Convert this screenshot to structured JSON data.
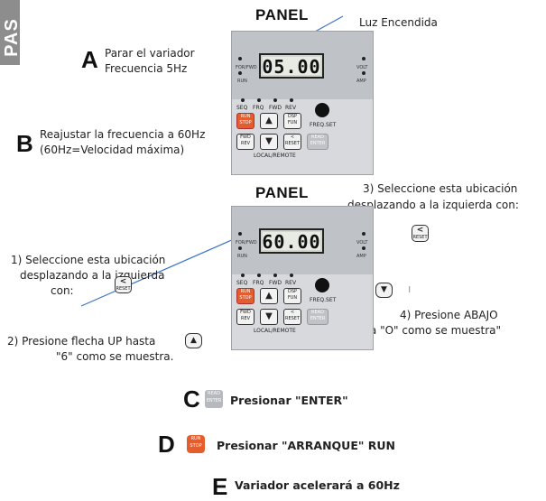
{
  "side_tab": "PAS",
  "panel_title": "PANEL",
  "top": {
    "light_label": "Luz Encendida",
    "step_a": {
      "letter": "A",
      "line1": "Parar el variador",
      "line2": "Frecuencia 5Hz"
    },
    "step_b": {
      "letter": "B",
      "line1": "Reajustar la frecuencia a 60Hz",
      "line2": "(60Hz=Velocidad máxima)"
    },
    "display": "05.00"
  },
  "bottom": {
    "display": "60.00",
    "step3": {
      "line1": "3) Seleccione esta ubicación",
      "line2": "desplazando a la izquierda con:"
    },
    "step1": {
      "line1": "1) Seleccione esta ubicación",
      "line2": "desplazando a la izquierda",
      "line3": "con:"
    },
    "step2": {
      "line1": "2) Presione flecha UP hasta",
      "line2": "\"6\" como se muestra."
    },
    "step4": {
      "line1": "4) Presione ABAJO",
      "line2": "hasta \"O\" como se muestra\""
    },
    "tick": "ı"
  },
  "keypad": {
    "left_top": "FOR/FWD",
    "left_bottom": "RUN",
    "right_top": "VOLT",
    "right_bottom": "AMP",
    "indicators": [
      "SEQ",
      "FRQ",
      "FWD",
      "REV"
    ],
    "run_line1": "RUN",
    "run_line2": "STOP",
    "dsp_line1": "DSP",
    "dsp_line2": "FUN",
    "fwd_line1": "FWD",
    "fwd_line2": "REV",
    "reset": "RESET",
    "read_line1": "READ",
    "read_line2": "ENTER",
    "freq_set": "FREQ.SET",
    "local_remote": "LOCAL/REMOTE",
    "up_arrow": "▲",
    "down_arrow": "▼",
    "left_arrow": "<"
  },
  "steps_cde": {
    "c": {
      "letter": "C",
      "text": "Presionar \"ENTER\""
    },
    "d": {
      "letter": "D",
      "text": "Presionar \"ARRANQUE\" RUN"
    },
    "e": {
      "letter": "E",
      "text": "Variador acelerará a 60Hz"
    }
  },
  "colors": {
    "run_key": "#e55d2c",
    "line": "#3f73c8",
    "device": "#d7d9dc",
    "side_tab": "#8d8d8d"
  }
}
